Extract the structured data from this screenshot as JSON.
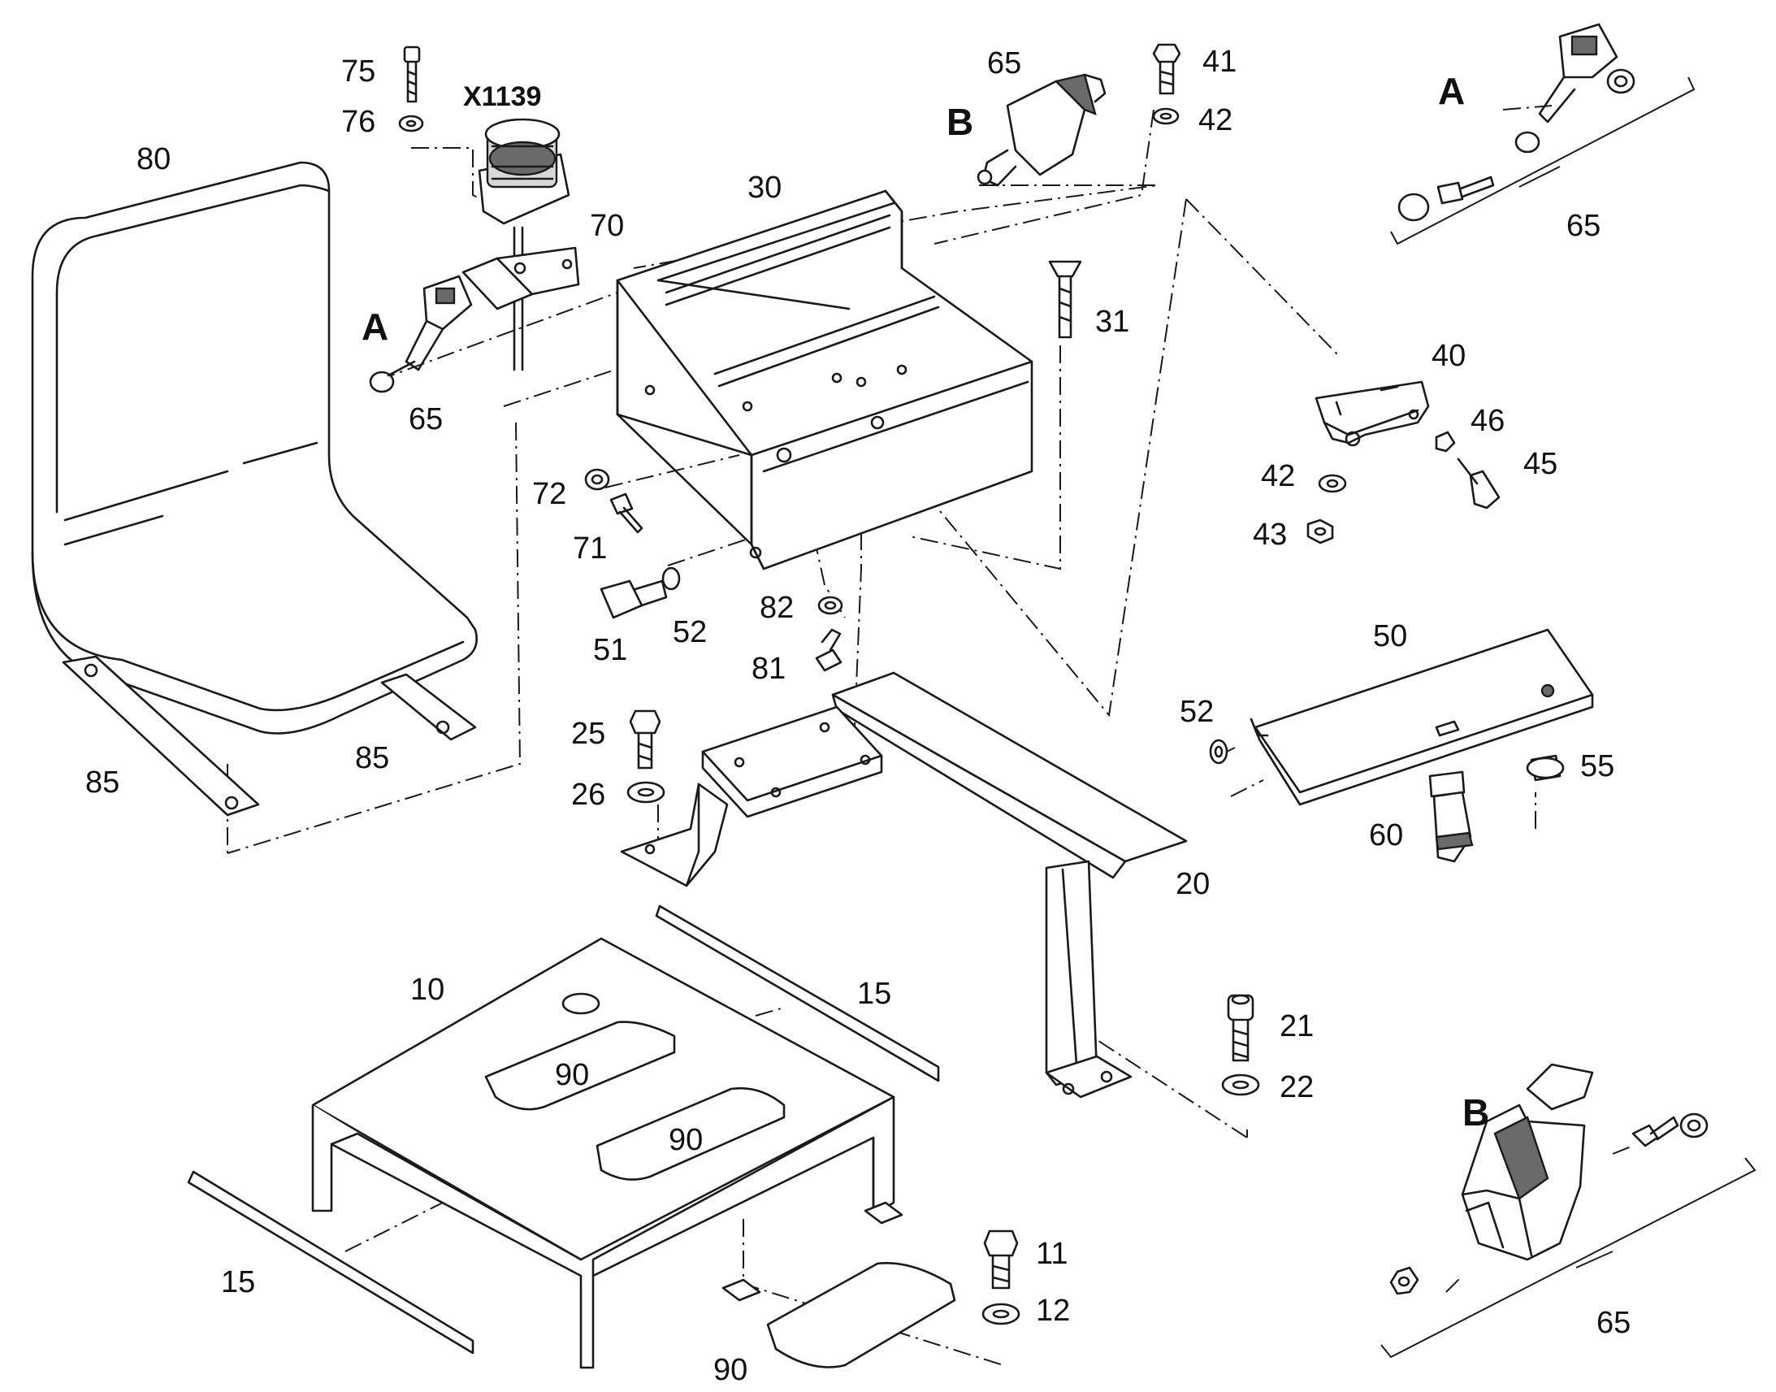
{
  "callouts": {
    "n75": "75",
    "n76": "76",
    "x1139": "X1139",
    "n80": "80",
    "n65_b_top": "65",
    "b_top": "B",
    "n41": "41",
    "n42_top": "42",
    "a_detail": "A",
    "n65_detail_a": "65",
    "n30": "30",
    "n70": "70",
    "a_left": "A",
    "n65_left": "65",
    "n31": "31",
    "n40": "40",
    "n46": "46",
    "n45": "45",
    "n42_mid": "42",
    "n43": "43",
    "n72": "72",
    "n71": "71",
    "n51": "51",
    "n52_left": "52",
    "n82": "82",
    "n81": "81",
    "n50": "50",
    "n52_right": "52",
    "n55": "55",
    "n60": "60",
    "n25": "25",
    "n26": "26",
    "n85_left": "85",
    "n85_mid": "85",
    "n20": "20",
    "n10": "10",
    "n15_right": "15",
    "n90_a": "90",
    "n90_b": "90",
    "n21": "21",
    "n22": "22",
    "b_detail": "B",
    "n65_detail_b": "65",
    "n15_left": "15",
    "n11": "11",
    "n12": "12",
    "n90_c": "90"
  }
}
